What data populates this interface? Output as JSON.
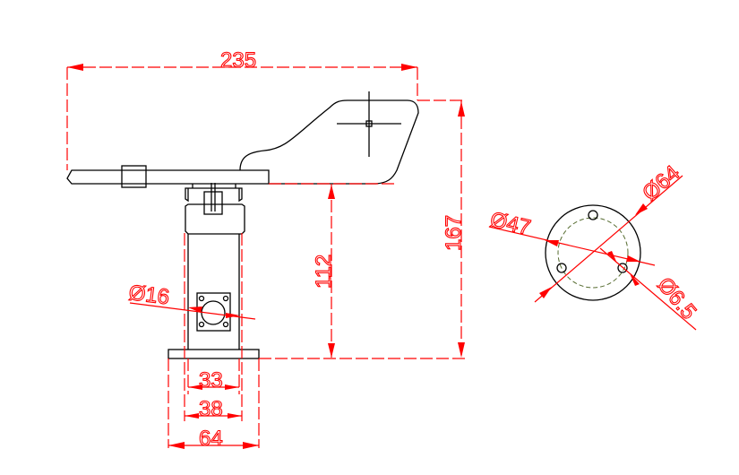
{
  "drawing": {
    "title": "Wind vane sensor dimension drawing",
    "colors": {
      "object_line": "#000000",
      "dimension_line": "#ff0000",
      "hidden_line": "#556b2f",
      "background": "#ffffff"
    },
    "side_view": {
      "dimensions": {
        "overall_length": "235",
        "overall_height": "167",
        "arm_height": "112",
        "connector_diameter": "Ø16",
        "inner_width": "33",
        "body_width": "38",
        "base_width": "64"
      }
    },
    "bottom_view": {
      "dimensions": {
        "outer_diameter": "Ø64",
        "bolt_circle_diameter": "Ø47",
        "hole_diameter": "Ø6.5"
      }
    }
  }
}
